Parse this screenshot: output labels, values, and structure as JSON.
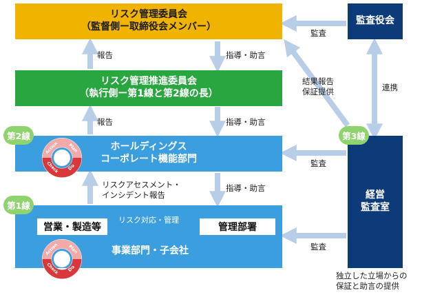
{
  "boxes": {
    "risk_committee": {
      "line1": "リスク管理委員会",
      "line2": "（監督側ー取締役会メンバー）",
      "color": "#f0b400"
    },
    "promotion_committee": {
      "line1": "リスク管理推進委員会",
      "line2": "（執行側ー第1線と第2線の長）",
      "color": "#2aa640"
    },
    "holdings": {
      "line1": "ホールディングス",
      "line2": "コーポレート機能部門",
      "color": "#3b9ede"
    },
    "business": {
      "label": "事業部門・子会社",
      "color": "#3b9ede"
    },
    "audit_board": {
      "label": "監査役会",
      "color": "#0d3b7a"
    },
    "internal_audit": {
      "line1": "経営",
      "line2": "監査室",
      "color": "#0d3b7a"
    },
    "sales": {
      "label": "営業・製造等"
    },
    "management": {
      "label": "管理部署"
    }
  },
  "badges": {
    "line2": "第2線",
    "line1": "第1線",
    "line3": "第3線"
  },
  "labels": {
    "report_top": "報告",
    "guidance_top": "指導・助言",
    "report_mid": "報告",
    "guidance_mid": "指導・助言",
    "risk_assessment_1": "リスクアセスメント・",
    "risk_assessment_2": "インシデント報告",
    "guidance_bottom": "指導・助言",
    "risk_response": "リスク対応・管理",
    "audit_1": "監査",
    "audit_2": "監査",
    "audit_3": "監査",
    "result_1": "結果報告",
    "result_2": "保証提供",
    "cooperation": "連携",
    "independent_1": "独立した立場からの",
    "independent_2": "保証と助言の提供"
  },
  "pdca": {
    "action": "Action",
    "plan": "Plan",
    "check": "Check",
    "do": "Do"
  },
  "colors": {
    "arrow": "#b8cde8",
    "badge": "#8fd36e",
    "pdca_red": "#d9383a",
    "pdca_light": "#f3a9a7"
  }
}
